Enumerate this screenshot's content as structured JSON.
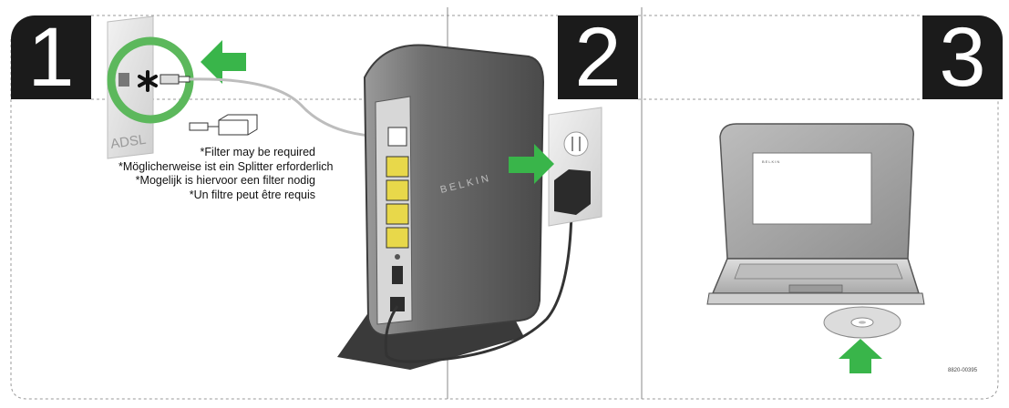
{
  "steps": [
    {
      "number": "1"
    },
    {
      "number": "2"
    },
    {
      "number": "3"
    }
  ],
  "wall_jack": {
    "label": "ADSL"
  },
  "router": {
    "brand": "BELKIN"
  },
  "laptop_screen": {
    "brand": "BELKIN"
  },
  "filter_notes": [
    "*Filter may be required",
    "*Möglicherweise ist ein Splitter erforderlich",
    "*Mogelijk is hiervoor een filter nodig",
    "*Un filtre peut être requis"
  ],
  "part_code": "8820-00395",
  "colors": {
    "arrow_green": "#39b54a",
    "ring_green": "#5cb85c",
    "port_yellow": "#e8d84a",
    "badge_black": "#1b1b1b"
  }
}
